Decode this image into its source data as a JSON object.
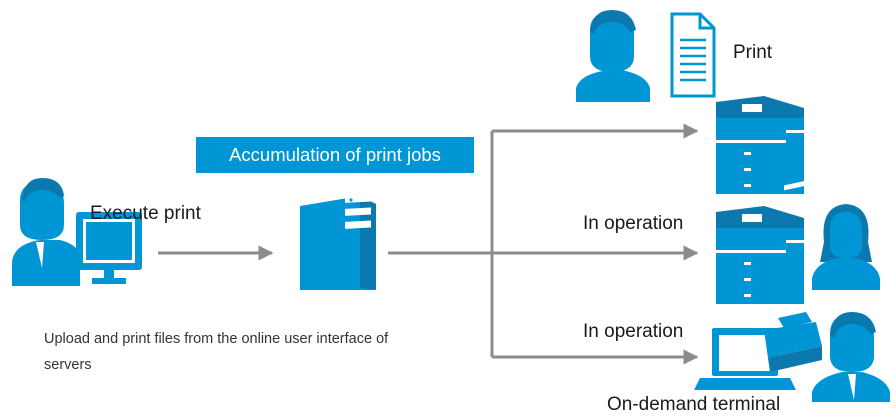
{
  "colors": {
    "accent": "#0096d6",
    "connector": "#8c8c8c",
    "text": "#1a1a1a"
  },
  "labels": {
    "execute_print": "Execute print",
    "accumulation": "Accumulation of print jobs",
    "upload_note": "Upload and print files from the online user interface of servers",
    "print": "Print",
    "in_operation_1": "In operation",
    "in_operation_2": "In operation",
    "on_demand_terminal": "On-demand terminal"
  },
  "icons": [
    "user-at-monitor-icon",
    "server-icon",
    "user-icon",
    "document-icon",
    "multifunction-printer-icon",
    "woman-icon",
    "laptop-icon",
    "desktop-printer-icon",
    "arrow-icon"
  ]
}
